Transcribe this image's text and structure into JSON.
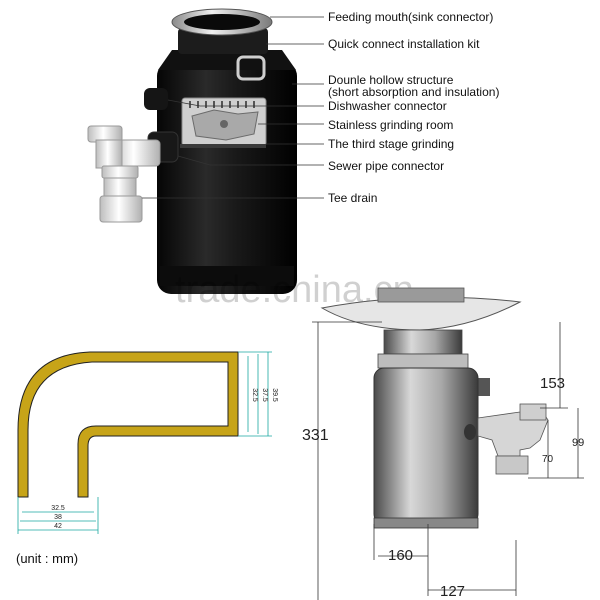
{
  "callouts": [
    "Feeding mouth(sink connector)",
    "Quick connect installation kit",
    "Dounle hollow structure",
    "(short absorption and insulation)",
    "Dishwasher connector",
    "Stainless grinding room",
    "The third stage grinding",
    "Sewer pipe connector",
    "Tee drain"
  ],
  "watermark": "trade.china.cn",
  "elbow_dims": {
    "v1": "32.5",
    "v2": "37.5",
    "v3": "39.5",
    "h1": "32.5",
    "h2": "38",
    "h3": "42"
  },
  "unit_note": "(unit : mm)",
  "drawing_dims": {
    "height_total": "331",
    "top_to_inlet": "153",
    "drain_outer": "99",
    "drain_inner": "70",
    "body_width": "160",
    "drain_offset": "127"
  }
}
